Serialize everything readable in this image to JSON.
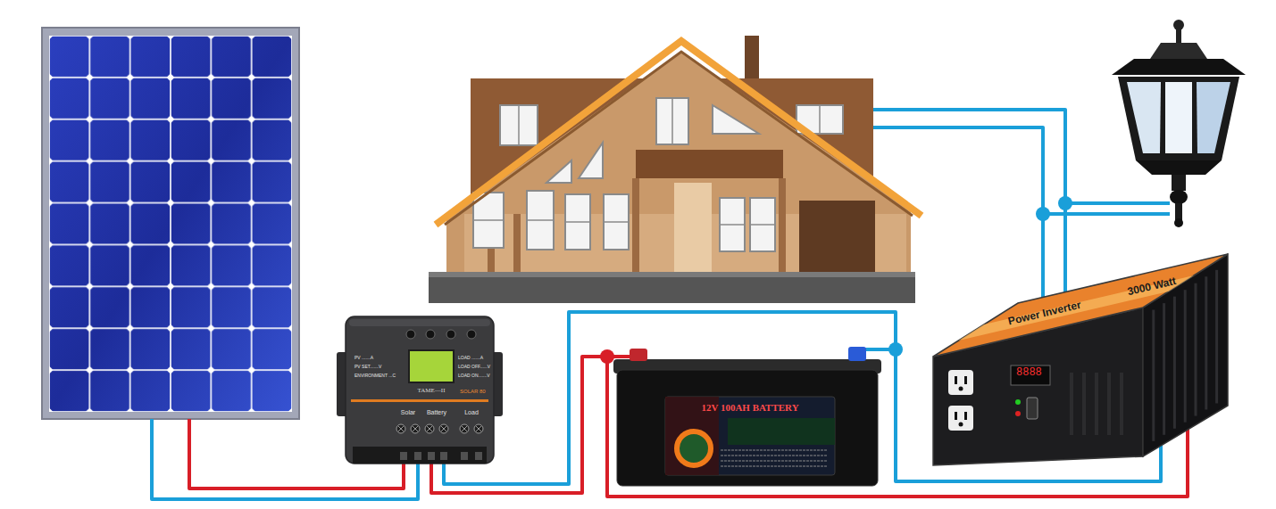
{
  "diagram": {
    "nodes": [
      {
        "text": [
          "PV .......A",
          "PV SET.......V",
          "ENVIRONMENT ...C",
          "LOAD .......A",
          "LOAD OFF......V",
          "LOAD ON.......V",
          "TAME—II",
          "SOLAR 80",
          "Solar",
          "Battery",
          "Load"
        ]
      },
      {
        "text": [
          "12V 100AH BATTERY"
        ]
      },
      {
        "text": [
          "Power Inverter",
          "3000 Watt",
          "8888"
        ]
      }
    ],
    "edges": [
      {
        "from": 0,
        "to": 1,
        "arrow": "none"
      },
      {
        "from": 0,
        "to": 1,
        "arrow": "none"
      },
      {
        "from": 1,
        "to": 2,
        "arrow": "none"
      },
      {
        "from": 1,
        "to": 2,
        "arrow": "none"
      }
    ]
  }
}
